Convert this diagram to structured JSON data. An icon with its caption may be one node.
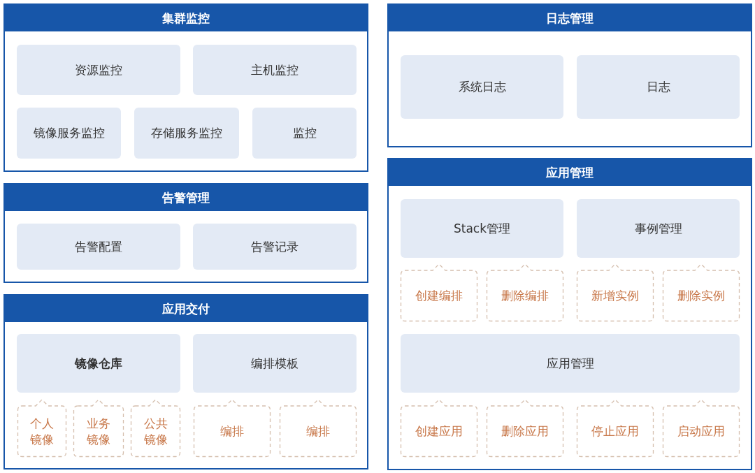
{
  "diagram": {
    "nodes": [
      {
        "text": [
          "集群监控"
        ]
      },
      {
        "text": [
          "资源监控"
        ],
        "in": 0
      },
      {
        "text": [
          "主机监控"
        ],
        "in": 0
      },
      {
        "text": [
          "镜像服务监控"
        ],
        "in": 0
      },
      {
        "text": [
          "存储服务监控"
        ],
        "in": 0
      },
      {
        "text": [
          "监控"
        ],
        "in": 0
      },
      {
        "text": [
          "告警管理"
        ]
      },
      {
        "text": [
          "告警配置"
        ],
        "in": 6
      },
      {
        "text": [
          "告警记录"
        ],
        "in": 6
      },
      {
        "text": [
          "应用交付"
        ]
      },
      {
        "text": [
          "镜像仓库"
        ],
        "in": 9
      },
      {
        "text": [
          "编排模板"
        ],
        "in": 9
      },
      {
        "text": [
          "个人镜像"
        ],
        "in": 9
      },
      {
        "text": [
          "业务镜像"
        ],
        "in": 9
      },
      {
        "text": [
          "公共镜像"
        ],
        "in": 9
      },
      {
        "text": [
          "编排"
        ],
        "in": 9
      },
      {
        "text": [
          "编排"
        ],
        "in": 9
      },
      {
        "text": [
          "日志管理"
        ]
      },
      {
        "text": [
          "系统日志"
        ],
        "in": 17
      },
      {
        "text": [
          "日志"
        ],
        "in": 17
      },
      {
        "text": [
          "应用管理"
        ]
      },
      {
        "text": [
          "Stack管理"
        ],
        "in": 20
      },
      {
        "text": [
          "事例管理"
        ],
        "in": 20
      },
      {
        "text": [
          "创建编排"
        ],
        "in": 20
      },
      {
        "text": [
          "删除编排"
        ],
        "in": 20
      },
      {
        "text": [
          "新增实例"
        ],
        "in": 20
      },
      {
        "text": [
          "删除实例"
        ],
        "in": 20
      },
      {
        "text": [
          "应用管理"
        ],
        "in": 20
      },
      {
        "text": [
          "创建应用"
        ],
        "in": 20
      },
      {
        "text": [
          "删除应用"
        ],
        "in": 20
      },
      {
        "text": [
          "停止应用"
        ],
        "in": 20
      },
      {
        "text": [
          "启动应用"
        ],
        "in": 20
      }
    ],
    "edges": []
  }
}
